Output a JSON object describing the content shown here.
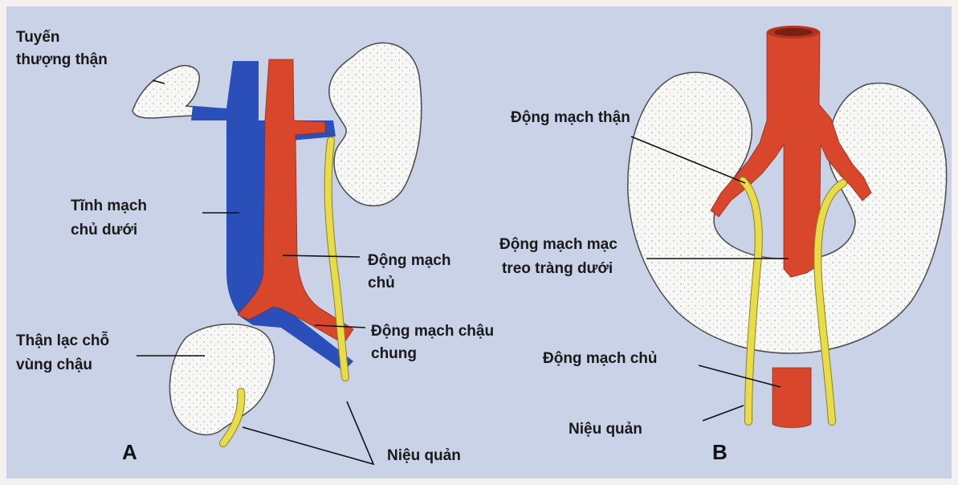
{
  "panels": {
    "a": {
      "letter": "A",
      "labels": {
        "adrenal_line1": "Tuyến",
        "adrenal_line2": "thượng thận",
        "ivc_line1": "Tĩnh mạch",
        "ivc_line2": "chủ dưới",
        "aorta_line1": "Động mạch",
        "aorta_line2": "chủ",
        "iliac_line1": "Động mạch chậu",
        "iliac_line2": "chung",
        "pelvic_line1": "Thận lạc chỗ",
        "pelvic_line2": "vùng chậu",
        "ureter": "Niệu quản"
      }
    },
    "b": {
      "letter": "B",
      "labels": {
        "renal_artery": "Động mạch thận",
        "ima_line1": "Động mạch mạc",
        "ima_line2": "treo tràng dưới",
        "aorta": "Động mạch chủ",
        "ureter": "Niệu quản"
      }
    }
  },
  "colors": {
    "background": "#c9d2e6",
    "vein": "#2a4fb8",
    "artery": "#d8462c",
    "ureter": "#e9dc4a",
    "kidney": "#f7f7f5"
  }
}
